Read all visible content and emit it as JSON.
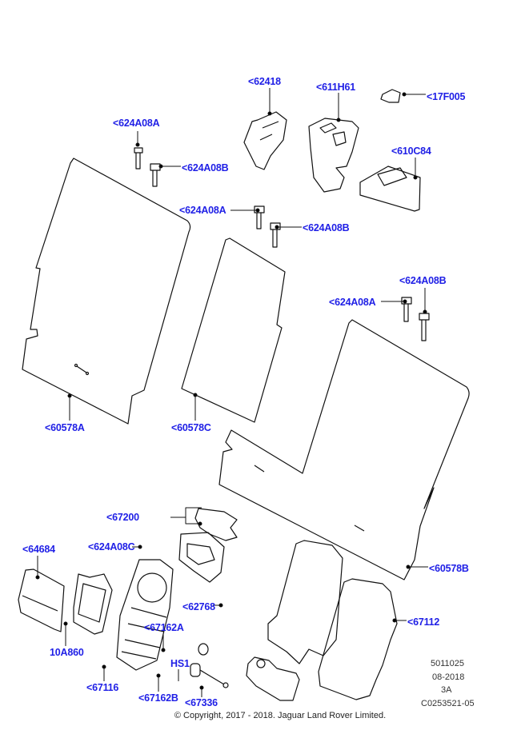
{
  "callouts": {
    "c62418": "<62418",
    "c611H61": "<611H61",
    "c17F005": "<17F005",
    "c624A08A_1": "<624A08A",
    "c624A08B_1": "<624A08B",
    "c610C84": "<610C84",
    "c624A08A_2": "<624A08A",
    "c624A08B_2": "<624A08B",
    "c624A08B_3": "<624A08B",
    "c624A08A_3": "<624A08A",
    "c60578A": "<60578A",
    "c60578C": "<60578C",
    "c60578B": "<60578B",
    "c67200": "<67200",
    "c64684": "<64684",
    "c624A08C": "<624A08C",
    "c62768": "<62768",
    "c67112": "<67112",
    "c67162A": "<67162A",
    "c10A860": "10A860",
    "cHS1": "HS1",
    "c67116": "<67116",
    "c67162B": "<67162B",
    "c67336": "<67336"
  },
  "meta": {
    "code": "5011025",
    "date": "08-2018",
    "rev": "3A",
    "ref": "C0253521-05"
  },
  "copyright": "© Copyright, 2017 - 2018. Jaguar Land Rover Limited.",
  "colors": {
    "label": "#1f1fe6",
    "line": "#000000"
  }
}
